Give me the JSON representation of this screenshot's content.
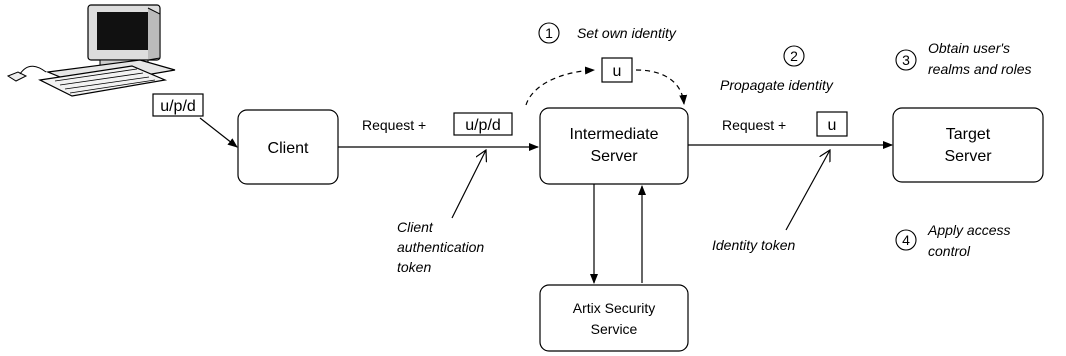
{
  "nodes": {
    "client": "Client",
    "intermediate_line1": "Intermediate",
    "intermediate_line2": "Server",
    "target_line1": "Target",
    "target_line2": "Server",
    "security_line1": "Artix Security",
    "security_line2": "Service"
  },
  "tokens": {
    "upd_computer": "u/p/d",
    "upd_request": "u/p/d",
    "u_top": "u",
    "u_request": "u"
  },
  "labels": {
    "request_plus_1": "Request +",
    "request_plus_2": "Request +",
    "client_auth_line1": "Client",
    "client_auth_line2": "authentication",
    "client_auth_line3": "token",
    "identity_token": "Identity token"
  },
  "steps": {
    "step1_num": "1",
    "step1_text": "Set own identity",
    "step2_num": "2",
    "step2_text": "Propagate identity",
    "step3_num": "3",
    "step3_line1": "Obtain user's",
    "step3_line2": "realms and roles",
    "step4_num": "4",
    "step4_line1": "Apply access",
    "step4_line2": "control"
  }
}
